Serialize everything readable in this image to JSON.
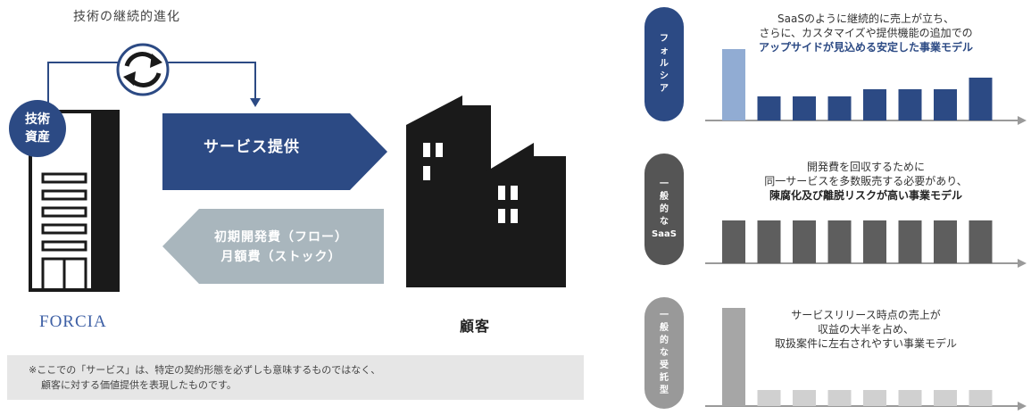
{
  "left": {
    "evolution_title": "技術の継続的進化",
    "asset_badge": [
      "技術",
      "資産"
    ],
    "service_label": "サービス提供",
    "fee_lines": [
      "初期開発費（フロー）",
      "月額費（ストック）"
    ],
    "company_logo": "FORCIA",
    "customer_label": "顧客",
    "note_lines": [
      "※ここでの「サービス」は、特定の契約形態を必ずしも意味するものではなく、",
      "顧客に対する価値提供を表現したものです。"
    ],
    "cycle_icon": "cycle-arrows-icon",
    "colors": {
      "brand_blue": "#2c4a84",
      "fee_gray": "#a9b6bd"
    }
  },
  "models": [
    {
      "label_chars": [
        "フ",
        "ォ",
        "ル",
        "シ",
        "ア"
      ],
      "pill_color": "#2c4a84",
      "caption_lines": [
        "SaaSのように継続的に売上が立ち、",
        "さらに、カスタマイズや提供機能の追加での"
      ],
      "caption_highlight": "アップサイドが見込める安定した事業モデル",
      "highlight_color": "#2c4a84",
      "bar_color": "#2c4a84",
      "first_bar_color": "#91acd3",
      "values": [
        80,
        27,
        27,
        27,
        35,
        35,
        35,
        48
      ]
    },
    {
      "label_chars": [
        "一",
        "般",
        "的",
        "な",
        "SaaS"
      ],
      "pill_color": "#555555",
      "caption_lines": [
        "開発費を回収するために",
        "同一サービスを多数販売する必要があり、"
      ],
      "caption_highlight": "陳腐化及び離脱リスクが高い事業モデル",
      "highlight_color": "#222222",
      "bar_color": "#5e5e5e",
      "first_bar_color": "#5e5e5e",
      "values": [
        48,
        48,
        48,
        48,
        48,
        48,
        48,
        48
      ]
    },
    {
      "label_chars": [
        "一",
        "般",
        "的",
        "な",
        "受",
        "託",
        "型"
      ],
      "pill_color": "#999999",
      "caption_lines": [
        "サービスリリース時点の売上が",
        "収益の大半を占め、",
        "取扱案件に左右されやすい事業モデル"
      ],
      "caption_highlight": "",
      "highlight_color": "#333333",
      "bar_color": "#d0d0d0",
      "first_bar_color": "#a6a6a6",
      "values": [
        110,
        18,
        18,
        18,
        18,
        18,
        18,
        18
      ]
    }
  ]
}
